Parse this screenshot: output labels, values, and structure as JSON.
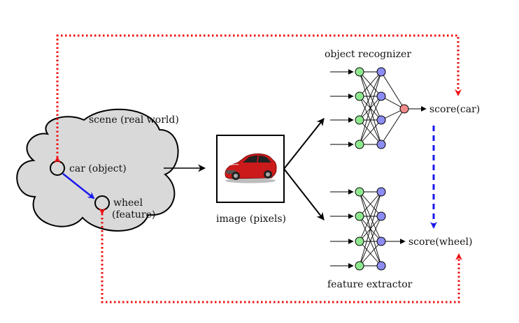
{
  "labels": {
    "scene": "scene (real world)",
    "car_object": "car (object)",
    "wheel": "wheel",
    "wheel_feature": "(feature)",
    "image": "image (pixels)",
    "object_recognizer": "object recognizer",
    "feature_extractor": "feature extractor",
    "score_car": "score(car)",
    "score_wheel": "score(wheel)"
  },
  "colors": {
    "stroke": "#000000",
    "cloud_fill": "#d9d9d9",
    "red_dotted": "#ee1111",
    "blue": "#1a1aee",
    "green_node": "#8ee88e",
    "blue_node": "#8c8cf2",
    "red_node": "#f28c8c",
    "car_body": "#cc1a1a"
  },
  "icons": {
    "image_content": "red-car-icon"
  }
}
